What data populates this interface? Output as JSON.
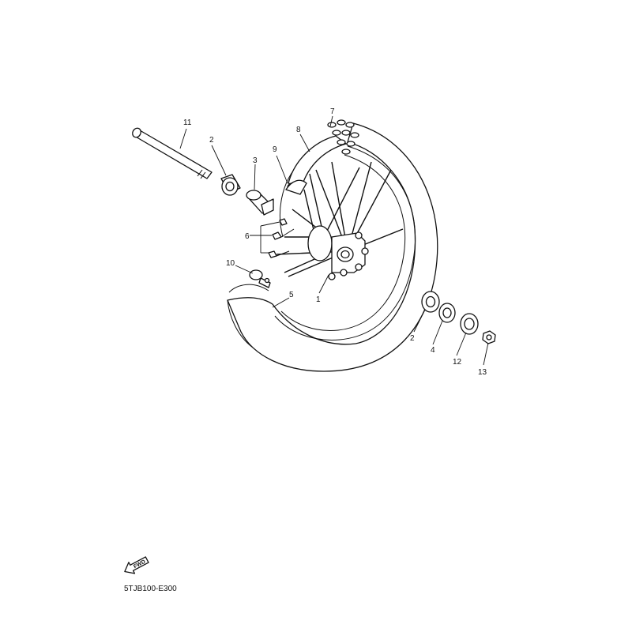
{
  "diagram": {
    "callouts": [
      "11",
      "2",
      "3",
      "9",
      "8",
      "7",
      "6",
      "10",
      "5",
      "1",
      "2",
      "4",
      "12",
      "13"
    ],
    "fwd_label": "FWD",
    "figure_code": "5TJB100-E300"
  }
}
